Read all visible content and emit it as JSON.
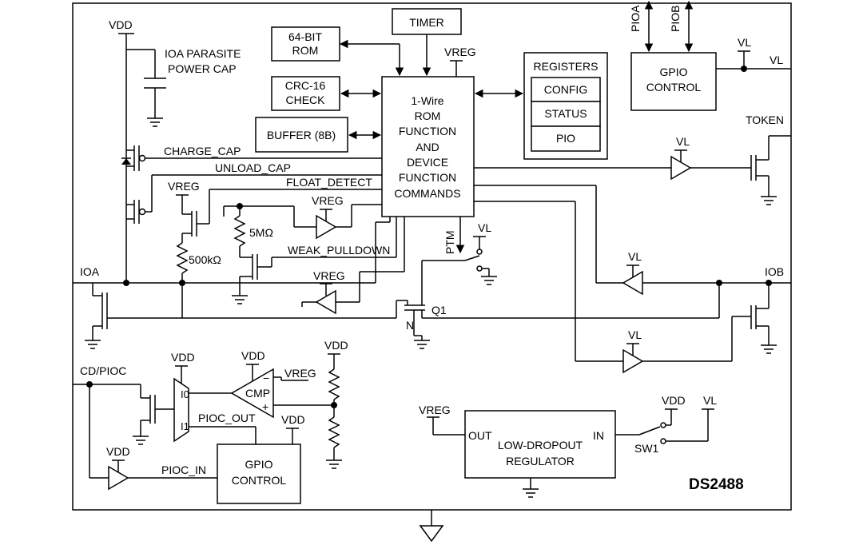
{
  "device_name": "DS2488",
  "blocks": {
    "rom64": [
      "64-BIT",
      "ROM"
    ],
    "timer": "TIMER",
    "crc16": [
      "CRC-16",
      "CHECK"
    ],
    "buffer": "BUFFER (8B)",
    "core": [
      "1-Wire",
      "ROM",
      "FUNCTION",
      "AND",
      "DEVICE",
      "FUNCTION",
      "COMMANDS"
    ],
    "registers_title": "REGISTERS",
    "reg_config": "CONFIG",
    "reg_status": "STATUS",
    "reg_pio": "PIO",
    "gpio_top": [
      "GPIO",
      "CONTROL"
    ],
    "gpio_bottom": [
      "GPIO",
      "CONTROL"
    ],
    "ldo": [
      "LOW-DROPOUT",
      "REGULATOR"
    ],
    "ldo_out": "OUT",
    "ldo_in": "IN",
    "cmp": "CMP"
  },
  "pins": {
    "pioa": "PIOA",
    "piob": "PIOB",
    "ioa": "IOA",
    "iob": "IOB",
    "token": "TOKEN",
    "cd_pioc": "CD/PIOC",
    "vl_out": "VL"
  },
  "signals": {
    "ioa_parasite": [
      "IOA PARASITE",
      "POWER CAP"
    ],
    "charge_cap": "CHARGE_CAP",
    "unload_cap": "UNLOAD_CAP",
    "float_detect": "FLOAT_DETECT",
    "weak_pulldown": "WEAK_PULLDOWN",
    "ptm": "PTM",
    "q1": "Q1",
    "n": "N",
    "pioc_out": "PIOC_OUT",
    "pioc_in": "PIOC_IN",
    "sw1": "SW1",
    "i0": "I0",
    "i1": "I1",
    "minus": "−",
    "plus": "+"
  },
  "components": {
    "r_5m": "5MΩ",
    "r_500k": "500kΩ"
  },
  "supplies": {
    "vdd": "VDD",
    "vreg": "VREG",
    "vl": "VL"
  }
}
